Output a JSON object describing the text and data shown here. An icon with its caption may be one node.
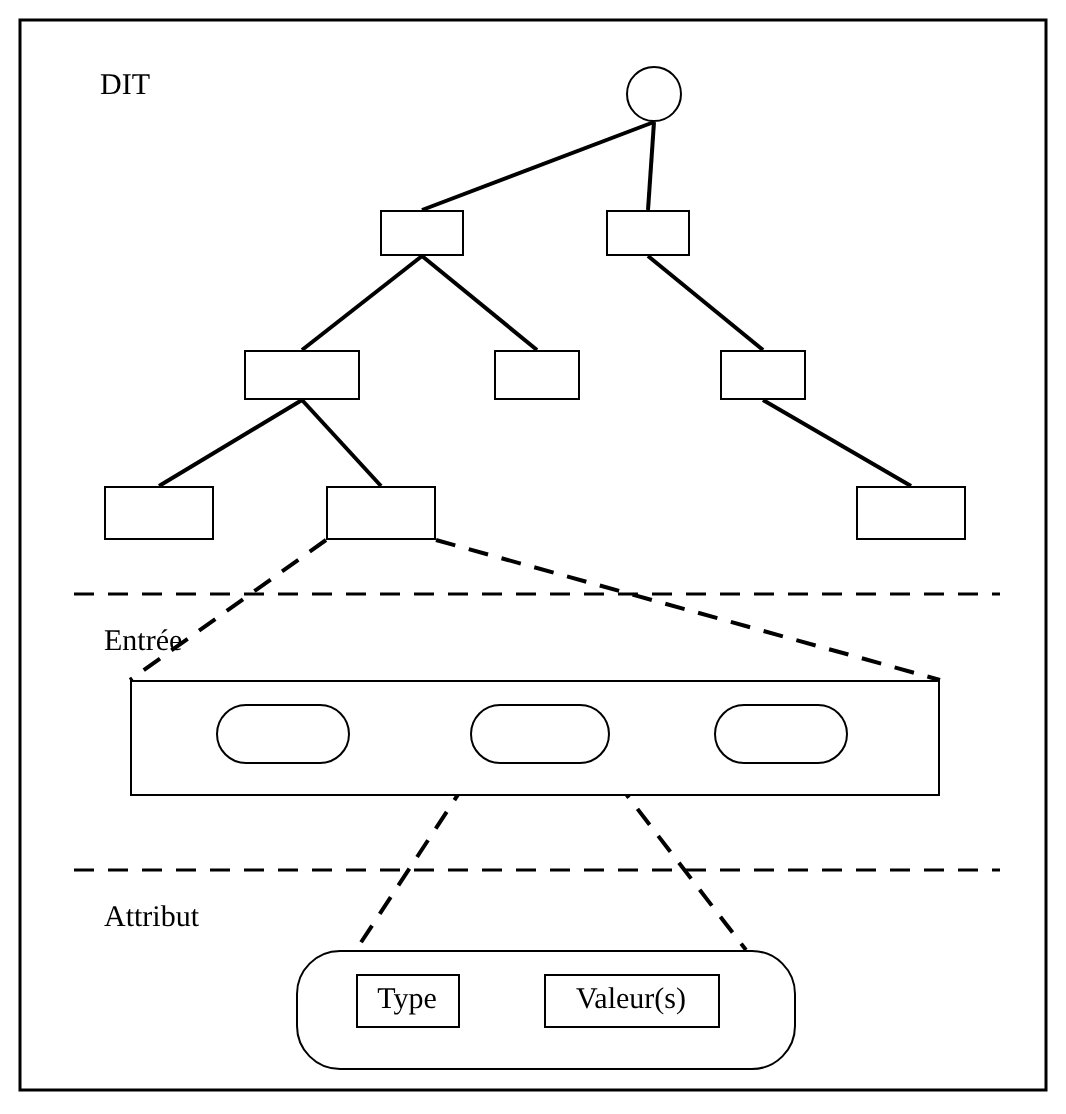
{
  "diagram": {
    "nodes": [
      {
        "text": [],
        "shape": "circle"
      },
      {
        "text": [],
        "shape": "box"
      },
      {
        "text": [],
        "shape": "box"
      },
      {
        "text": [],
        "shape": "box"
      },
      {
        "text": [],
        "shape": "box"
      },
      {
        "text": [],
        "shape": "box"
      },
      {
        "text": [],
        "shape": "box"
      },
      {
        "text": [],
        "shape": "box"
      },
      {
        "text": [],
        "shape": "box"
      },
      {
        "text": [],
        "shape": "box"
      },
      {
        "text": [],
        "shape": "oval",
        "in": 9
      },
      {
        "text": [],
        "shape": "oval",
        "in": 9
      },
      {
        "text": [],
        "shape": "oval",
        "in": 9
      },
      {
        "text": [],
        "shape": "box"
      },
      {
        "text": [
          "Type"
        ],
        "in": 13
      },
      {
        "text": [
          "Valeur(s)"
        ],
        "in": 13
      }
    ],
    "edges": [
      {
        "from": 0,
        "to": 1,
        "arrow": "none"
      },
      {
        "from": 0,
        "to": 2,
        "arrow": "none"
      },
      {
        "from": 1,
        "to": 3,
        "arrow": "none"
      },
      {
        "from": 1,
        "to": 4,
        "arrow": "none"
      },
      {
        "from": 2,
        "to": 5,
        "arrow": "none"
      },
      {
        "from": 3,
        "to": 6,
        "arrow": "none"
      },
      {
        "from": 3,
        "to": 7,
        "arrow": "none"
      },
      {
        "from": 5,
        "to": 8,
        "arrow": "none"
      },
      {
        "from": 7,
        "to": 9,
        "arrow": "none",
        "style": "dashed"
      },
      {
        "from": 7,
        "to": 9,
        "arrow": "none",
        "style": "dashed"
      },
      {
        "from": 11,
        "to": 13,
        "arrow": "none",
        "style": "dashed"
      },
      {
        "from": 11,
        "to": 13,
        "arrow": "none",
        "style": "dashed"
      }
    ],
    "labels": [
      "DIT",
      "Entrée",
      "Attribut"
    ]
  }
}
